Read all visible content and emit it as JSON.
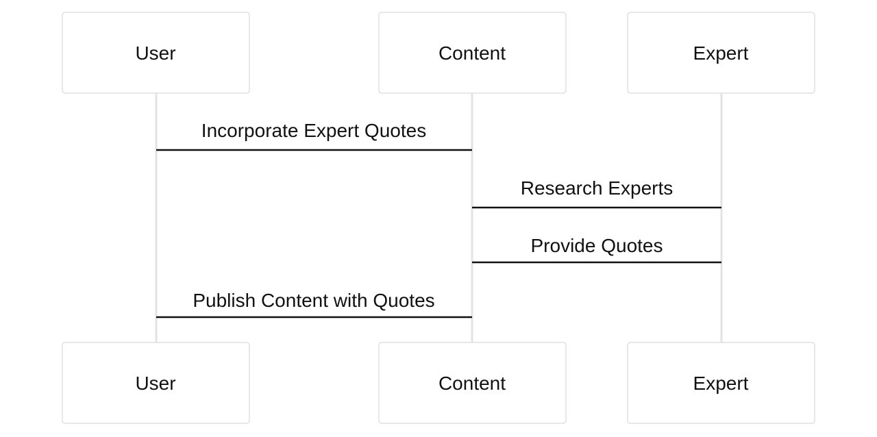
{
  "diagram": {
    "type": "sequence",
    "participants": [
      "User",
      "Content",
      "Expert"
    ],
    "messages": [
      {
        "from": "User",
        "to": "Content",
        "label": "Incorporate Expert Quotes"
      },
      {
        "from": "Content",
        "to": "Expert",
        "label": "Research Experts"
      },
      {
        "from": "Expert",
        "to": "Content",
        "label": "Provide Quotes"
      },
      {
        "from": "Content",
        "to": "User",
        "label": "Publish Content with Quotes"
      }
    ],
    "colors": {
      "box_border": "#e0e0e0",
      "lifeline": "#e3e3e3",
      "message_line": "#111111",
      "text": "#111111"
    }
  }
}
